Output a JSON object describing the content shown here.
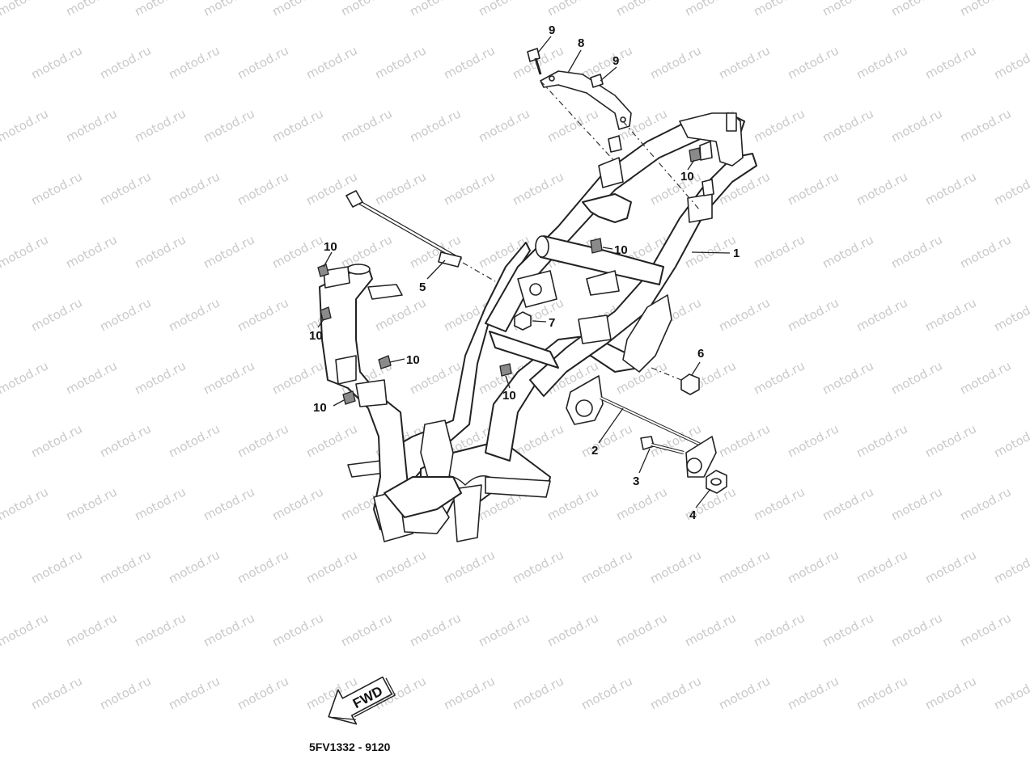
{
  "watermark_text": "motod.ru",
  "part_code": "5FV1332 - 9120",
  "fwd_label": "FWD",
  "callouts": [
    {
      "id": "c1",
      "label": "1"
    },
    {
      "id": "c2",
      "label": "2"
    },
    {
      "id": "c3",
      "label": "3"
    },
    {
      "id": "c4",
      "label": "4"
    },
    {
      "id": "c5",
      "label": "5"
    },
    {
      "id": "c6",
      "label": "6"
    },
    {
      "id": "c7",
      "label": "7"
    },
    {
      "id": "c8",
      "label": "8"
    },
    {
      "id": "c9a",
      "label": "9"
    },
    {
      "id": "c9b",
      "label": "9"
    },
    {
      "id": "c10a",
      "label": "10"
    },
    {
      "id": "c10b",
      "label": "10"
    },
    {
      "id": "c10c",
      "label": "10"
    },
    {
      "id": "c10d",
      "label": "10"
    },
    {
      "id": "c10e",
      "label": "10"
    },
    {
      "id": "c10f",
      "label": "10"
    },
    {
      "id": "c10g",
      "label": "10"
    }
  ]
}
